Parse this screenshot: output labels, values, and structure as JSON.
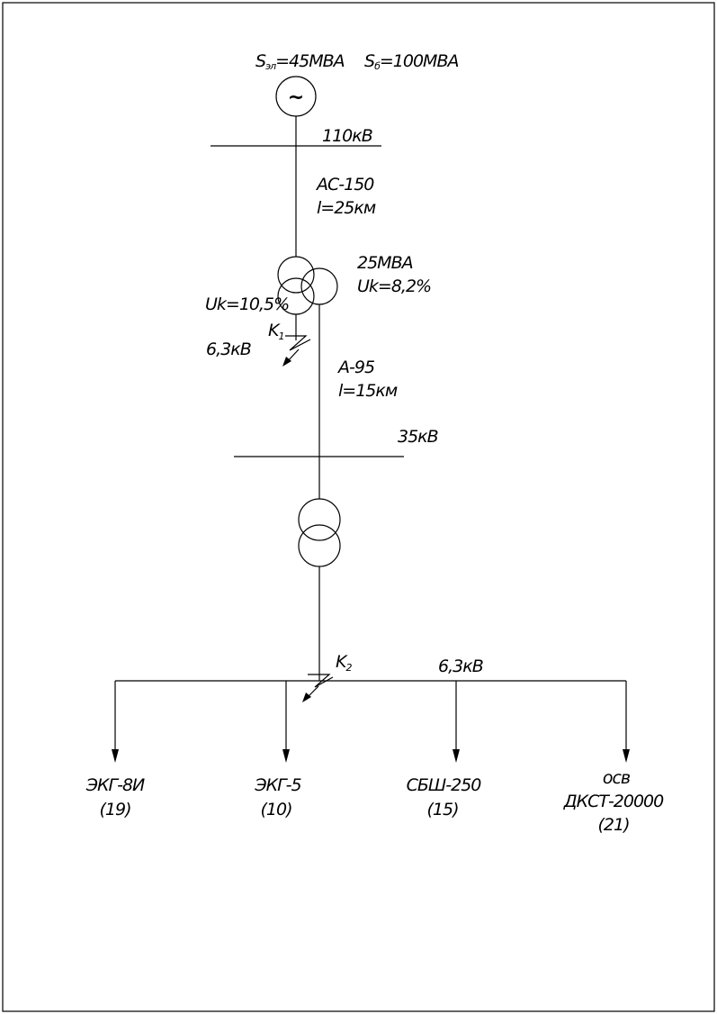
{
  "source": {
    "power_prefix": "S",
    "power_sub": "эл",
    "power_value": "=45МВА",
    "base_prefix": "S",
    "base_sub": "б",
    "base_value": "=100МВА",
    "symbol": "~"
  },
  "bus_110": "110кВ",
  "line_1": {
    "type": "АС-150",
    "length": "l=25км"
  },
  "transformer_1": {
    "rating": "25МВА",
    "uk_hv": "Uk=8,2%",
    "uk_lv": "Uk=10,5%",
    "lv_voltage": "6,3кВ"
  },
  "fault_1": {
    "letter": "K",
    "sub": "1"
  },
  "line_2": {
    "type": "А-95",
    "length": "l=15км"
  },
  "bus_35": "35кВ",
  "fault_2": {
    "letter": "K",
    "sub": "2"
  },
  "bus_6": "6,3кВ",
  "loads": [
    {
      "name": "ЭКГ-8И",
      "qty": "(19)"
    },
    {
      "name": "ЭКГ-5",
      "qty": "(10)"
    },
    {
      "name": "СБШ-250",
      "qty": "(15)"
    },
    {
      "line0": "осв",
      "name": "ДКСТ-20000",
      "qty": "(21)"
    }
  ]
}
